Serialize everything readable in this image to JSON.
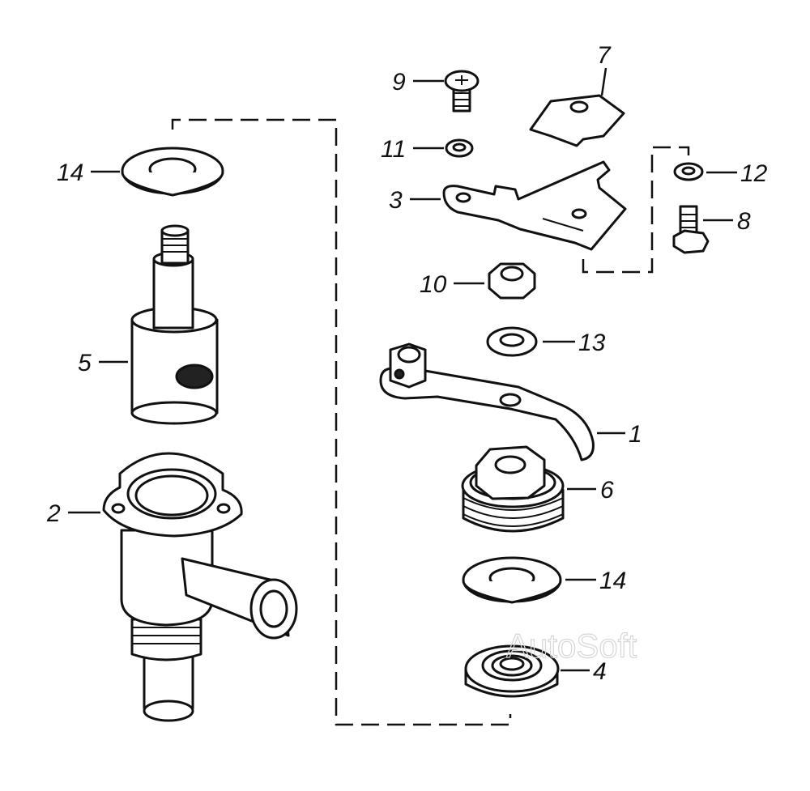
{
  "callouts": {
    "p1": "1",
    "p2": "2",
    "p3": "3",
    "p4": "4",
    "p5": "5",
    "p6": "6",
    "p7": "7",
    "p8": "8",
    "p9": "9",
    "p10": "10",
    "p11": "11",
    "p12": "12",
    "p13": "13",
    "p14_top": "14",
    "p14_bottom": "14"
  },
  "watermark": "AutoSoft",
  "colors": {
    "line": "#111111",
    "background": "#ffffff",
    "watermark": "#d6d6d6"
  }
}
